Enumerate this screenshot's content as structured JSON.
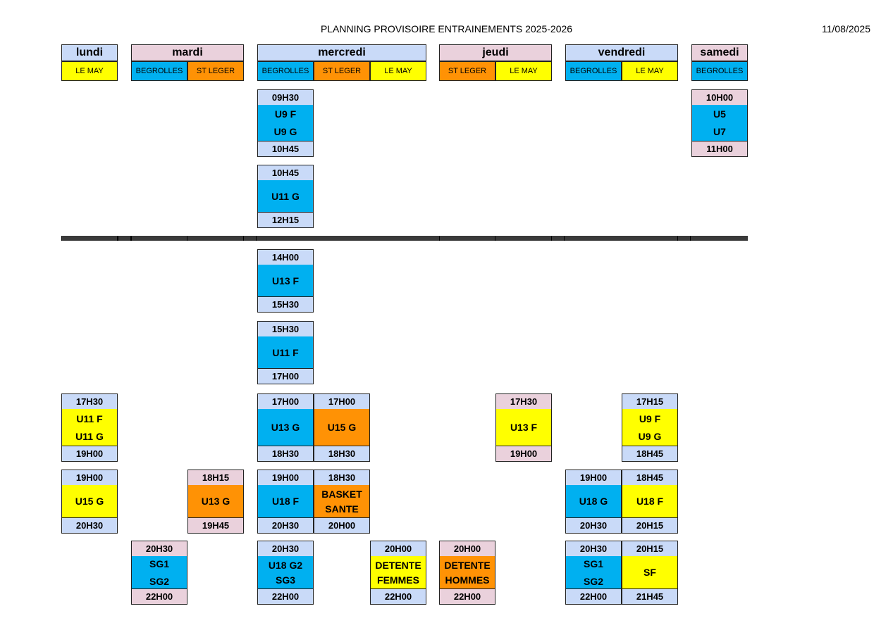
{
  "header": {
    "title": "PLANNING PROVISOIRE ENTRAINEMENTS 2025-2026",
    "date": "11/08/2025"
  },
  "days": {
    "lundi": "lundi",
    "mardi": "mardi",
    "mercredi": "mercredi",
    "jeudi": "jeudi",
    "vendredi": "vendredi",
    "samedi": "samedi"
  },
  "locations": {
    "lundi_1": "LE MAY",
    "mardi_1": "BEGROLLES",
    "mardi_2": "ST LEGER",
    "mercredi_1": "BEGROLLES",
    "mercredi_2": "ST LEGER",
    "mercredi_3": "LE MAY",
    "jeudi_1": "ST LEGER",
    "jeudi_2": "LE MAY",
    "vendredi_1": "BEGROLLES",
    "vendredi_2": "LE MAY",
    "samedi_1": "BEGROLLES"
  },
  "sessions": [
    {
      "id": "mer-begrolles-0930",
      "start": "09H30",
      "end": "10H45",
      "lines": [
        "U9 F",
        "U9 G"
      ]
    },
    {
      "id": "mer-begrolles-1045",
      "start": "10H45",
      "end": "12H15",
      "lines": [
        "U11 G"
      ]
    },
    {
      "id": "sam-begrolles-1000",
      "start": "10H00",
      "end": "11H00",
      "lines": [
        "U5",
        "U7"
      ]
    },
    {
      "id": "mer-begrolles-1400",
      "start": "14H00",
      "end": "15H30",
      "lines": [
        "U13 F"
      ]
    },
    {
      "id": "mer-begrolles-1530",
      "start": "15H30",
      "end": "17H00",
      "lines": [
        "U11 F"
      ]
    },
    {
      "id": "lun-lemay-1730",
      "start": "17H30",
      "end": "19H00",
      "lines": [
        "U11 F",
        "U11 G"
      ]
    },
    {
      "id": "mer-begrolles-1700",
      "start": "17H00",
      "end": "18H30",
      "lines": [
        "U13 G"
      ]
    },
    {
      "id": "mer-stleger-1700",
      "start": "17H00",
      "end": "18H30",
      "lines": [
        "U15 G"
      ]
    },
    {
      "id": "jeu-lemay-1730",
      "start": "17H30",
      "end": "19H00",
      "lines": [
        "U13 F"
      ]
    },
    {
      "id": "ven-lemay-1715",
      "start": "17H15",
      "end": "18H45",
      "lines": [
        "U9 F",
        "U9 G"
      ]
    },
    {
      "id": "lun-lemay-1900",
      "start": "19H00",
      "end": "20H30",
      "lines": [
        "U15 G"
      ]
    },
    {
      "id": "mar-stleger-1815",
      "start": "18H15",
      "end": "19H45",
      "lines": [
        "U13 G"
      ]
    },
    {
      "id": "mer-begrolles-1900",
      "start": "19H00",
      "end": "20H30",
      "lines": [
        "U18 F"
      ]
    },
    {
      "id": "mer-stleger-1830",
      "start": "18H30",
      "end": "20H00",
      "lines": [
        "BASKET",
        "SANTE"
      ]
    },
    {
      "id": "ven-begrolles-1900",
      "start": "19H00",
      "end": "20H30",
      "lines": [
        "U18 G"
      ]
    },
    {
      "id": "ven-lemay-1845",
      "start": "18H45",
      "end": "20H15",
      "lines": [
        "U18 F"
      ]
    },
    {
      "id": "mar-begrolles-2030",
      "start": "20H30",
      "end": "22H00",
      "lines": [
        "SG1",
        "SG2"
      ]
    },
    {
      "id": "mer-begrolles-2030",
      "start": "20H30",
      "end": "22H00",
      "lines": [
        "U18 G2",
        "SG3"
      ]
    },
    {
      "id": "mer-lemay-2000",
      "start": "20H00",
      "end": "22H00",
      "lines": [
        "DETENTE",
        "FEMMES"
      ]
    },
    {
      "id": "jeu-stleger-2000",
      "start": "20H00",
      "end": "22H00",
      "lines": [
        "DETENTE",
        "HOMMES"
      ]
    },
    {
      "id": "ven-begrolles-2030",
      "start": "20H30",
      "end": "22H00",
      "lines": [
        "SG1",
        "SG2"
      ]
    },
    {
      "id": "ven-lemay-2015",
      "start": "20H15",
      "end": "21H45",
      "lines": [
        "SF"
      ]
    }
  ],
  "colors": {
    "day_blue": "#c9daf8",
    "day_pink": "#ead1dc",
    "begrolles": "#00b0f0",
    "st_leger": "#ff9205",
    "le_may": "#ffff00"
  }
}
